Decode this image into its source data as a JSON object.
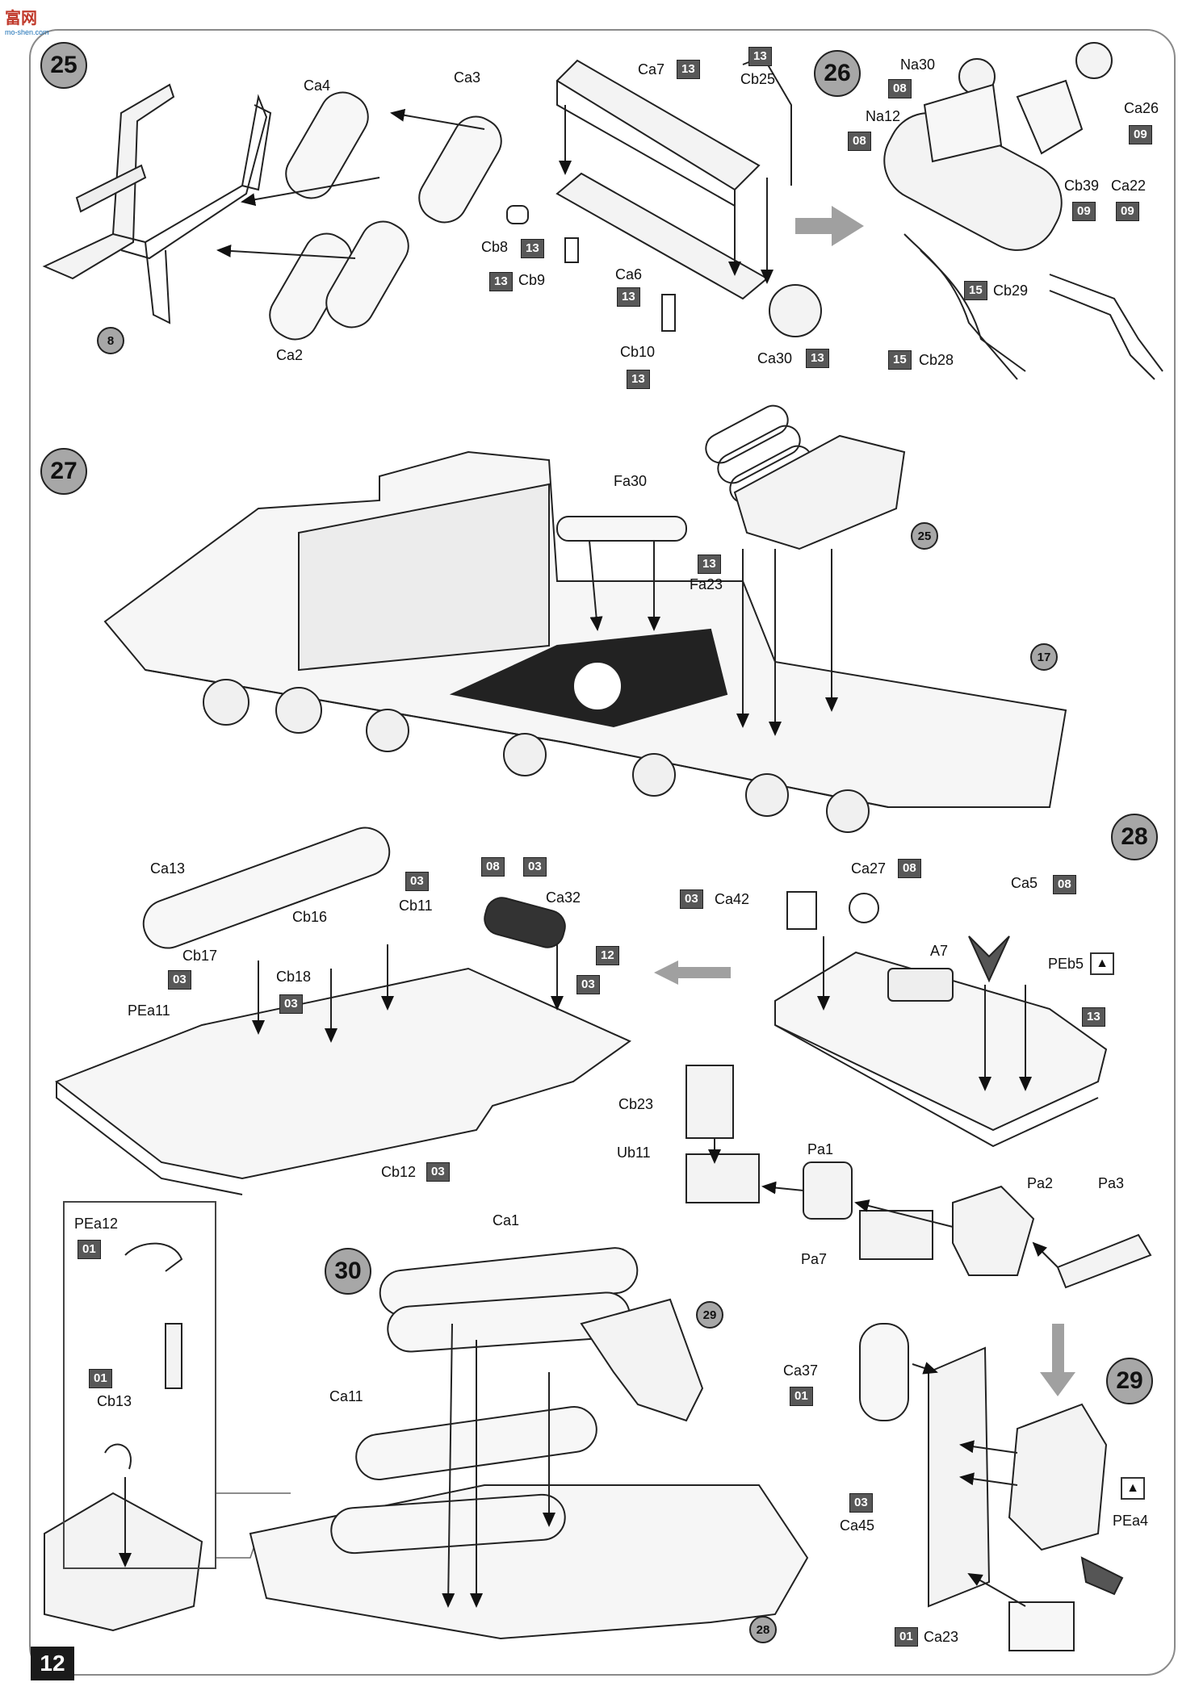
{
  "logo": {
    "text": "富网",
    "sub": "mo-shen.com"
  },
  "page_number": "12",
  "steps": {
    "s25": "25",
    "s26": "26",
    "s27": "27",
    "s28": "28",
    "s29": "29",
    "s30": "30"
  },
  "refs": {
    "r8": "8",
    "r17": "17",
    "r25": "25",
    "r29": "29",
    "r28": "28"
  },
  "step25": {
    "labels": {
      "ca4": "Ca4",
      "ca3": "Ca3",
      "ca2": "Ca2"
    }
  },
  "step25b": {
    "labels": {
      "ca7": "Ca7",
      "cb25": "Cb25",
      "cb8": "Cb8",
      "cb9": "Cb9",
      "ca6": "Ca6",
      "cb10": "Cb10",
      "ca30": "Ca30"
    },
    "tags": {
      "ca7": "13",
      "cb25": "13",
      "cb8": "13",
      "cb9": "13",
      "ca6": "13",
      "cb10": "13",
      "ca30": "13"
    }
  },
  "step26": {
    "labels": {
      "na30": "Na30",
      "na12": "Na12",
      "ca26": "Ca26",
      "cb39": "Cb39",
      "ca22": "Ca22",
      "cb29": "Cb29",
      "cb28": "Cb28"
    },
    "tags": {
      "na30": "08",
      "na12": "08",
      "ca26": "09",
      "cb39": "09",
      "ca22": "09",
      "cb29": "15",
      "cb28": "15"
    }
  },
  "step27": {
    "labels": {
      "fa30": "Fa30",
      "fa23": "Fa23"
    },
    "tags": {
      "fa23": "13"
    }
  },
  "step28a": {
    "labels": {
      "ca13": "Ca13",
      "cb16": "Cb16",
      "cb11": "Cb11",
      "cb17": "Cb17",
      "cb18": "Cb18",
      "pea11": "PEa11",
      "ca32": "Ca32",
      "cb12": "Cb12"
    },
    "tags": {
      "cb11": "03",
      "cb17": "03",
      "cb18": "03",
      "ca32a": "08",
      "ca32b": "03",
      "ca32c": "12",
      "hull": "03",
      "cb12": "03"
    }
  },
  "step28": {
    "labels": {
      "ca42": "Ca42",
      "ca27": "Ca27",
      "ca5": "Ca5",
      "a7": "A7",
      "peb5": "PEb5",
      "cb23": "Cb23",
      "ub11": "Ub11",
      "pa1": "Pa1",
      "pa2": "Pa2",
      "pa3": "Pa3",
      "pa7": "Pa7"
    },
    "tags": {
      "ca42": "03",
      "ca27": "08",
      "ca5": "08",
      "a7": "13"
    }
  },
  "inset": {
    "labels": {
      "pea12": "PEa12",
      "cb13": "Cb13"
    },
    "tags": {
      "pea12": "01",
      "cb13": "01"
    }
  },
  "step30": {
    "labels": {
      "ca1": "Ca1",
      "ca11": "Ca11"
    }
  },
  "step29": {
    "labels": {
      "ca37": "Ca37",
      "ca45": "Ca45",
      "pea4": "PEa4",
      "ca23": "Ca23"
    },
    "tags": {
      "ca37": "01",
      "ca45": "03",
      "ca23": "01"
    }
  }
}
